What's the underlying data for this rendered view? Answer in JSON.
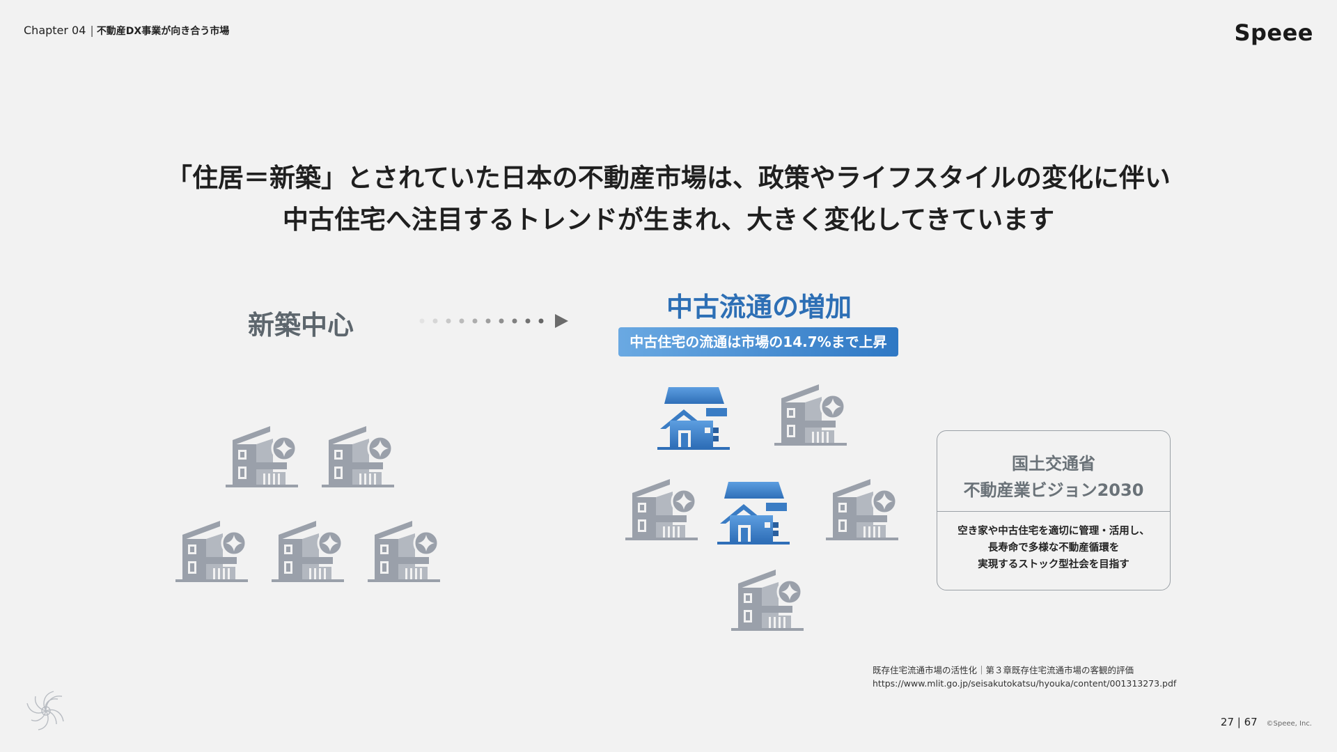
{
  "header": {
    "chapter": "Chapter 04",
    "separator": "|",
    "chapter_title": "不動産DX事業が向き合う市場",
    "logo": "Speee"
  },
  "headline": {
    "line1": "「住居＝新築」とされていた日本の不動産市場は、政策やライフスタイルの変化に伴い",
    "line2": "中古住宅へ注目するトレンドが生まれ、大きく変化してきています"
  },
  "left": {
    "label": "新築中心",
    "houses": 5
  },
  "right": {
    "title": "中古流通の増加",
    "subtitle": "中古住宅の流通は市場の14.7%まで上昇",
    "houses": 6
  },
  "vision": {
    "title_line1": "国土交通省",
    "title_line2": "不動産業ビジョン2030",
    "body_line1": "空き家や中古住宅を適切に管理・活用し、",
    "body_line2": "長寿命で多様な不動産循環を",
    "body_line3": "実現するストック型社会を目指す"
  },
  "source": {
    "line1": "既存住宅流通市場の活性化｜第３章既存住宅流通市場の客観的評価",
    "line2": "https://www.mlit.go.jp/seisakutokatsu/hyouka/content/001313273.pdf"
  },
  "footer": {
    "page": "27",
    "separator": "|",
    "total": "67",
    "copyright": "©Speee, Inc."
  },
  "colors": {
    "gray_house": "#9aa0aa",
    "blue_house": "#3f82c8",
    "accent": "#2d6fb5"
  },
  "icons": [
    "new-house-icon",
    "used-house-icon",
    "sparkle-icon",
    "dotted-arrow-icon",
    "swirl-logo-icon"
  ]
}
